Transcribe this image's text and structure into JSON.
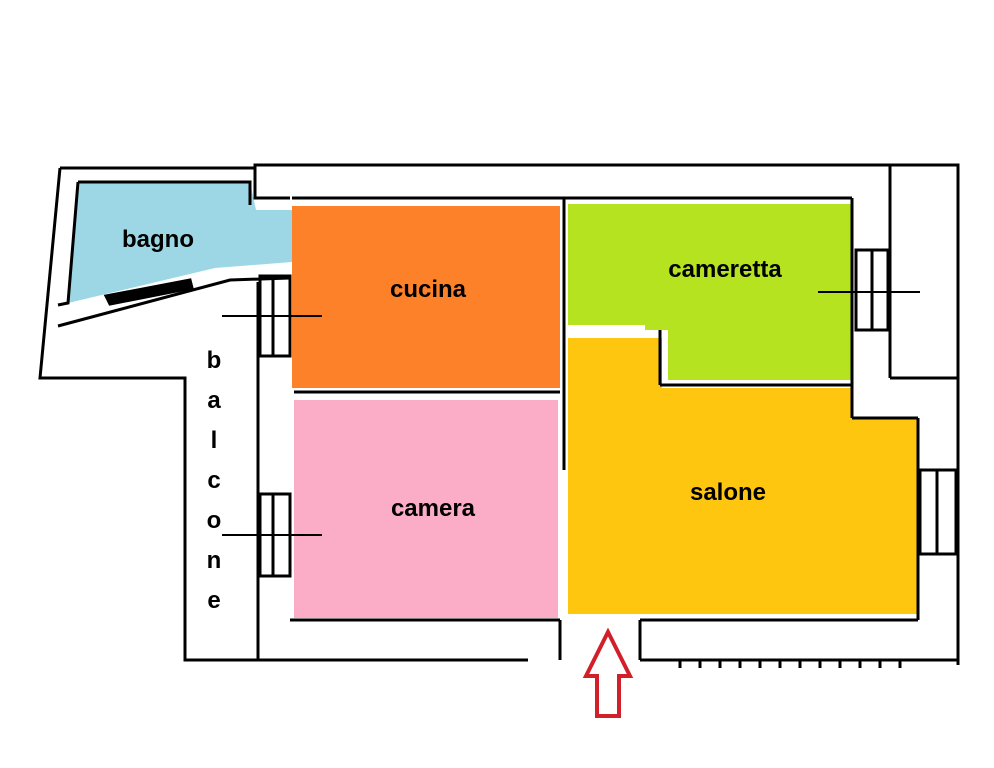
{
  "rooms": {
    "bagno": {
      "label": "bagno",
      "color": "#9dd7e6"
    },
    "cucina": {
      "label": "cucina",
      "color": "#fd8128"
    },
    "cameretta": {
      "label": "cameretta",
      "color": "#b5e31f"
    },
    "camera": {
      "label": "camera",
      "color": "#fbadc8"
    },
    "salone": {
      "label": "salone",
      "color": "#fec60f"
    }
  },
  "balcone": {
    "letters": [
      "b",
      "a",
      "l",
      "c",
      "o",
      "n",
      "e"
    ]
  },
  "entrance_arrow": {
    "icon": "entrance-arrow-icon",
    "color": "#d2202a"
  },
  "wall_color": "#000000"
}
